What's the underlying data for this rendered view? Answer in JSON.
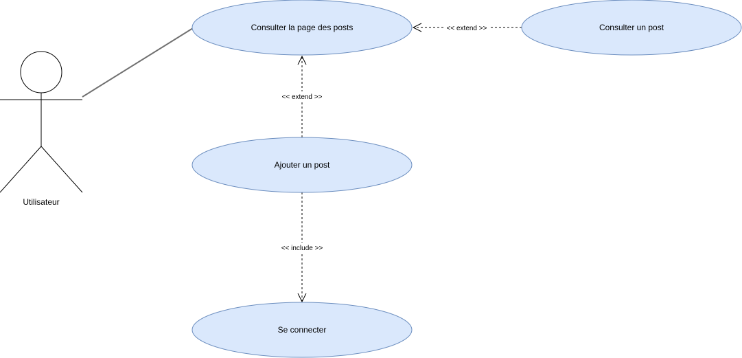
{
  "actor": {
    "label": "Utilisateur"
  },
  "use_cases": {
    "consult_posts_page": "Consulter la page des posts",
    "consult_post": "Consulter un post",
    "add_post": "Ajouter un post",
    "login": "Se connecter"
  },
  "relations": {
    "consult_post_extends_page": "<< extend >>",
    "add_post_extends_page": "<< extend >>",
    "add_post_includes_login": "<< include >>"
  },
  "colors": {
    "use_case_fill": "#dae8fc",
    "use_case_stroke": "#6c8ebf",
    "association_line": "#707070"
  }
}
